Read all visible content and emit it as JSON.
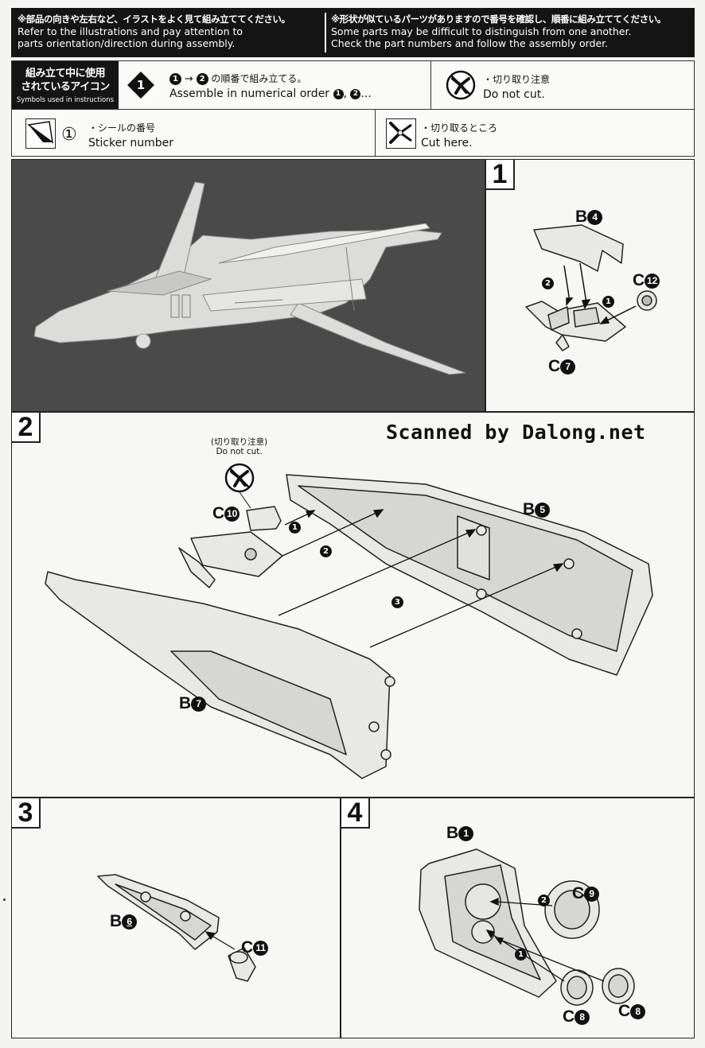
{
  "header": {
    "left_jp": "※部品の向きや左右など、イラストをよく見て組み立ててください。",
    "left_en_1": "Refer to the illustrations and pay attention to",
    "left_en_2": "parts orientation/direction during assembly.",
    "right_jp": "※形状が似ているパーツがありますので番号を確認し、順番に組み立ててください。",
    "right_en_1": "Some parts may be difficult to distinguish from one another.",
    "right_en_2": "Check the part numbers and follow the assembly order."
  },
  "legend": {
    "title_jp_1": "組み立て中に使用",
    "title_jp_2": "されているアイコン",
    "title_en": "Symbols used in instructions",
    "order_icon": "1",
    "order_jp": "の順番で組み立てる。",
    "order_en": "Assemble in numerical order",
    "order_en_tail": "...",
    "order_n1": "1",
    "order_n2": "2",
    "nocut_jp": "・切り取り注意",
    "nocut_en": "Do not cut.",
    "sticker_num": "①",
    "sticker_jp": "・シールの番号",
    "sticker_en": "Sticker number",
    "cut_jp": "・切り取るところ",
    "cut_en": "Cut here.",
    "icons": [
      "order-diamond-icon",
      "no-cut-icon",
      "sticker-icon",
      "cut-here-icon"
    ]
  },
  "watermark": "Scanned by Dalong.net",
  "steps": [
    {
      "number": "1",
      "parts": [
        {
          "label": "B",
          "num": "4"
        },
        {
          "label": "C",
          "num": "12"
        },
        {
          "label": "C",
          "num": "7"
        }
      ],
      "arrows": [
        "2",
        "1"
      ]
    },
    {
      "number": "2",
      "note_jp": "(切り取り注意)",
      "note_en": "Do not cut.",
      "parts": [
        {
          "label": "C",
          "num": "10"
        },
        {
          "label": "B",
          "num": "5"
        },
        {
          "label": "B",
          "num": "7"
        }
      ],
      "arrows": [
        "1",
        "2",
        "3"
      ]
    },
    {
      "number": "3",
      "parts": [
        {
          "label": "B",
          "num": "6"
        },
        {
          "label": "C",
          "num": "11"
        }
      ]
    },
    {
      "number": "4",
      "parts": [
        {
          "label": "B",
          "num": "1"
        },
        {
          "label": "C",
          "num": "9"
        },
        {
          "label": "C",
          "num": "8"
        },
        {
          "label": "C",
          "num": "8"
        }
      ],
      "arrows": [
        "2",
        "1"
      ]
    }
  ],
  "colors": {
    "ink": "#111111",
    "panel": "#f7f7f5",
    "photo_bg": "#4a4a4a",
    "part_fill": "#e8e8e6"
  }
}
